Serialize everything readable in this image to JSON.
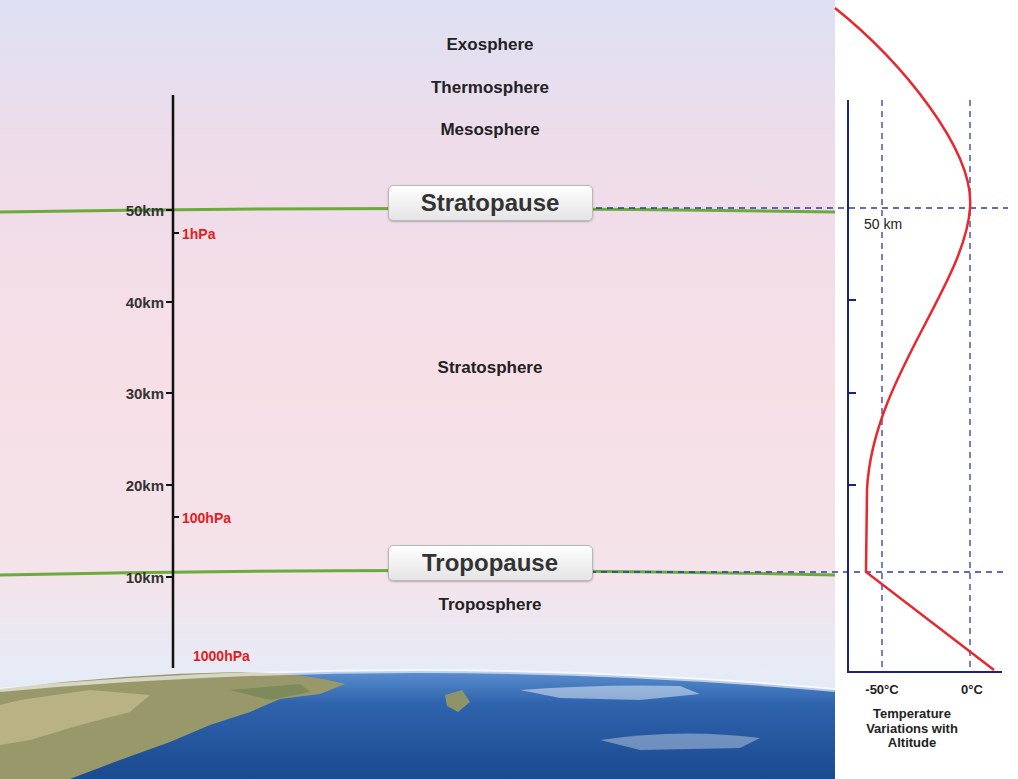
{
  "diagram": {
    "nodes": [
      {
        "text": [
          "Stratopause"
        ]
      },
      {
        "text": [
          "Tropopause"
        ]
      }
    ],
    "labels": [
      "Exosphere",
      "Thermosphere",
      "Mesosphere",
      "Stratosphere",
      "Troposphere",
      "50km",
      "40km",
      "30km",
      "20km",
      "10km",
      "1hPa",
      "100hPa",
      "1000hPa",
      "50 km",
      "-50°C",
      "0°C",
      "Temperature Variations with Altitude"
    ]
  }
}
